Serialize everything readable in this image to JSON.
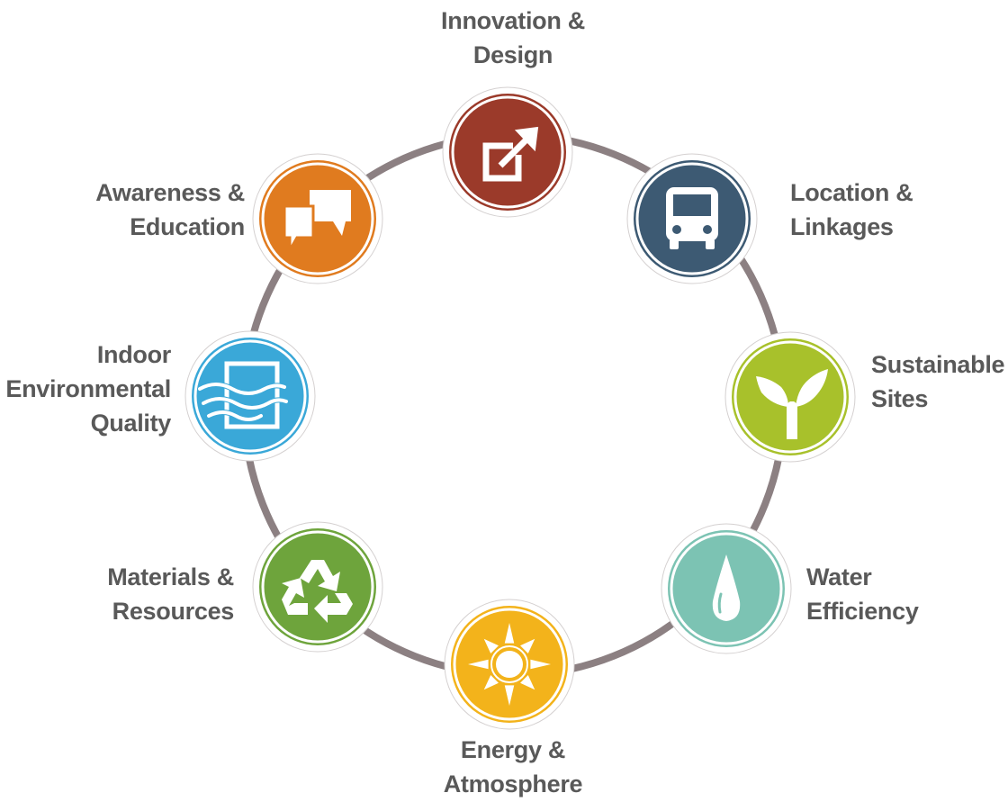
{
  "colors": {
    "ring": "#8c8082",
    "innovation": "#9b3a2a",
    "location": "#3d5a73",
    "sustainable": "#a8c12b",
    "water": "#7cc3b3",
    "energy": "#f3b31b",
    "materials": "#6ea43c",
    "indoor": "#3aa8d8",
    "awareness": "#e07b1f"
  },
  "categories": [
    {
      "id": "innovation",
      "lines": [
        "Innovation &",
        "Design"
      ],
      "icon": "external-link-icon"
    },
    {
      "id": "location",
      "lines": [
        "Location &",
        "Linkages"
      ],
      "icon": "bus-icon"
    },
    {
      "id": "sustainable",
      "lines": [
        "Sustainable",
        "Sites"
      ],
      "icon": "sprout-icon"
    },
    {
      "id": "water",
      "lines": [
        "Water",
        "Efficiency"
      ],
      "icon": "water-drop-icon"
    },
    {
      "id": "energy",
      "lines": [
        "Energy &",
        "Atmosphere"
      ],
      "icon": "sun-icon"
    },
    {
      "id": "materials",
      "lines": [
        "Materials &",
        "Resources"
      ],
      "icon": "recycle-icon"
    },
    {
      "id": "indoor",
      "lines": [
        "Indoor",
        "Environmental",
        "Quality"
      ],
      "icon": "air-window-icon"
    },
    {
      "id": "awareness",
      "lines": [
        "Awareness &",
        "Education"
      ],
      "icon": "chat-bubbles-icon"
    }
  ]
}
